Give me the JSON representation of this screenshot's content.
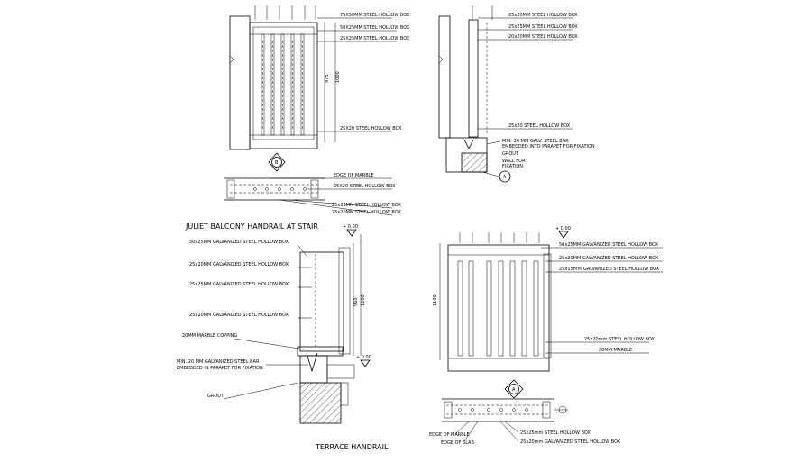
{
  "drawing_a": {
    "title": "JULIET BALCONY HANDRAIL AT STAIR",
    "elev_labels": [
      "75X50MM STEEL HOLLOW BOX",
      "50X25MM STEEL HOLLOW BOX",
      "25X25MM STEEL HOLLOW BOX",
      "25X20 STEEL HOLLOW BOX"
    ],
    "plan_labels": [
      "EDGE OF MARBLE",
      "25X20 STEEL HOLLOW BOX",
      "25x25MM STEEL HOLLOW BOX",
      "25x20MM STEEL HOLLOW BOX"
    ],
    "dims": [
      "975",
      "1000"
    ],
    "marker": "B"
  },
  "drawing_b": {
    "labels": [
      "25x20MM STEEL HOLLOW BOX",
      "25x25MM STEEL HOLLOW BOX",
      "20x20MM STEEL HOLLOW BOX",
      "25x20 STEEL HOLLOW BOX",
      "MIN. 20 MM GALV. STEEL BAR",
      "EMBEDDED INTO PARAPET FOR FIXATION",
      "GROUT",
      "WALL FOR",
      "FIXATION"
    ],
    "marker": "A"
  },
  "drawing_c": {
    "title": "TERRACE HANDRAIL",
    "labels": [
      "50x25MM GALVANIZED STEEL HOLLOW BOX",
      "25x20MM GALVANIZED STEEL HOLLOW BOX",
      "25x25MM GALVANIZED STEEL HOLLOW BOX",
      "25x20MM GALVANIZED STEEL HOLLOW BOX",
      "20MM MARBLE COPPING",
      "MIN. 20 MM GALVANIZED STEEL BAR",
      "EMBEDDED IN PARAPET FOR FIXATION",
      "GROUT"
    ],
    "level_a": "+ 0.00",
    "level_b": "+ 0.00",
    "dims": [
      "960",
      "1200"
    ]
  },
  "drawing_d": {
    "labels": [
      "50x25MM GALVANIZED STEEL HOLLOW BOX",
      "25x20MM GALVANIZED STEEL HOLLOW BOX",
      "25x15mm GALVANIZED STEEL HOLLOW BOX",
      "25x20mm STEEL HOLLOW BOX",
      "20MM MARBLE"
    ],
    "plan_labels": [
      "EDGE OF MARBLE",
      "EDGE OF SLAB",
      "25x25mm STEEL HOLLOW BOX",
      "25x20mm GALVANIZED STEEL HOLLOW BOX"
    ],
    "level": "+ 0.00",
    "dim": "1100",
    "marker": "A"
  }
}
